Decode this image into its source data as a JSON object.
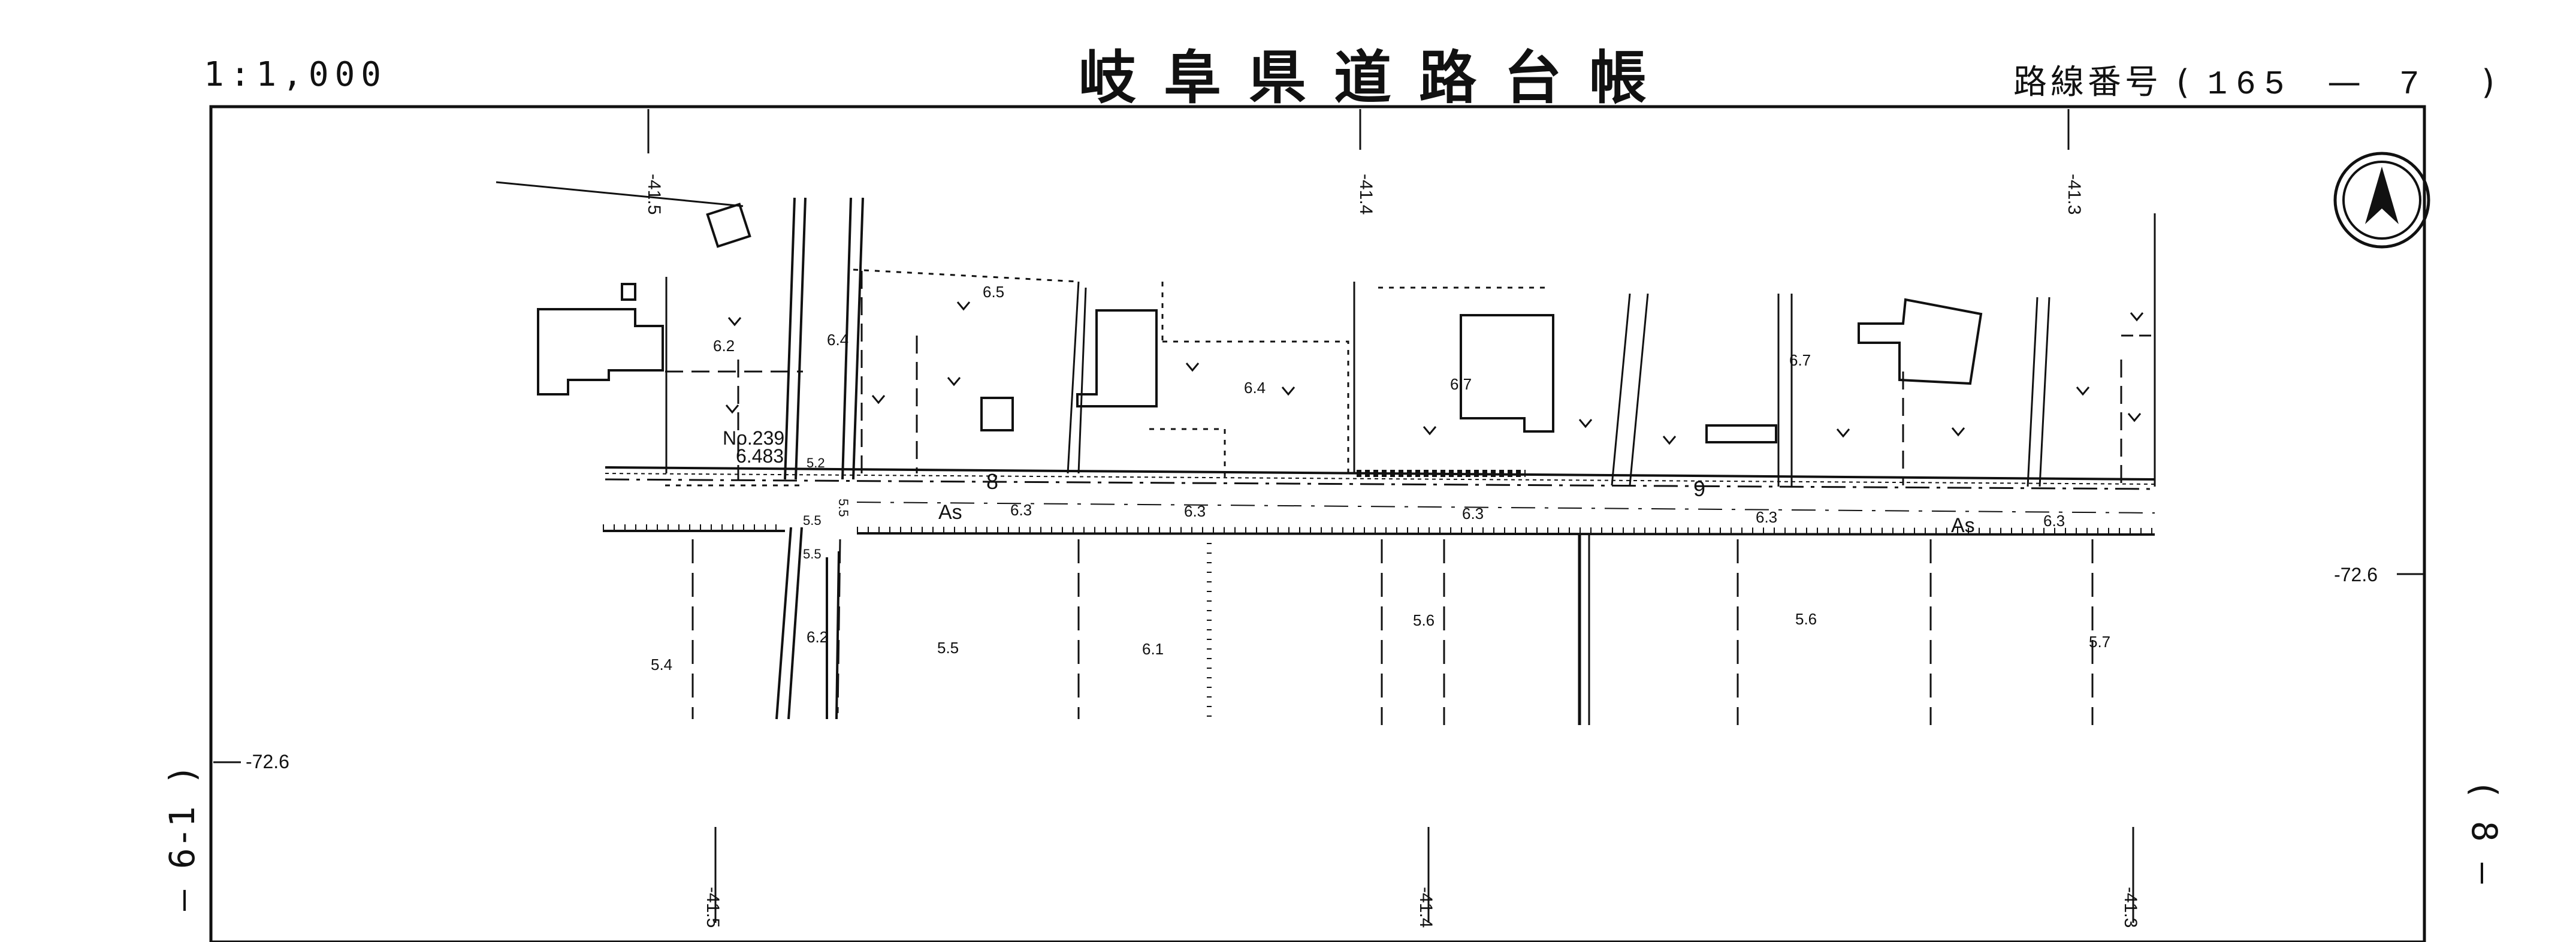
{
  "header": {
    "scale": "1:1,000",
    "title": "岐阜県道路台帳",
    "route_label": "路線番号",
    "route_open": "(",
    "route_number": "165",
    "route_dash": "—",
    "route_section": "7",
    "route_close": ")"
  },
  "side_labels": {
    "left": "— 6-1 )",
    "right": "( 8 —"
  },
  "grid": {
    "top": [
      "-41.5",
      "-41.4",
      "-41.3"
    ],
    "bottom": [
      "-41.5",
      "-41.4",
      "-41.3"
    ],
    "left": "-72.6",
    "right": "-72.6"
  },
  "benchmark": {
    "name": "No.239",
    "elevation": "6.483"
  },
  "stations": [
    "8",
    "9"
  ],
  "pavement": [
    "As",
    "As"
  ],
  "elevations": {
    "north": [
      "6.5",
      "6.2",
      "6.4",
      "6.4",
      "6.7",
      "6.7"
    ],
    "road": [
      "6.3",
      "6.3",
      "6.3",
      "6.3",
      "6.3",
      "5.2",
      "5.5",
      "5.5",
      "5.5"
    ],
    "south": [
      "5.4",
      "6.2",
      "5.5",
      "6.1",
      "5.6",
      "5.6",
      "5.7"
    ]
  },
  "north_arrow": "north-arrow"
}
